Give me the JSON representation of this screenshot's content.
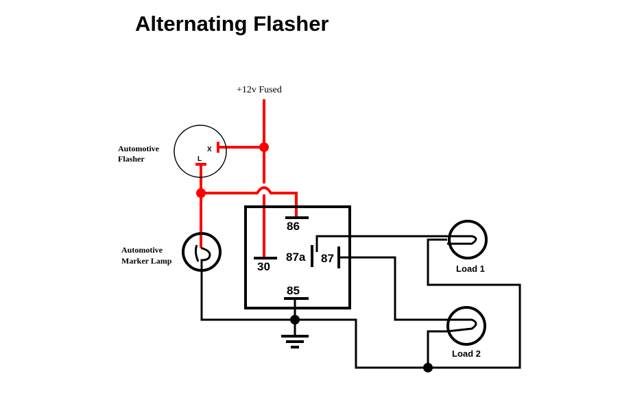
{
  "title": "Alternating Flasher",
  "supply": {
    "label": "+12v Fused"
  },
  "flasher": {
    "label_line1": "Automotive",
    "label_line2": "Flasher",
    "pin_x": "X",
    "pin_l": "L"
  },
  "marker_lamp": {
    "label_line1": "Automotive",
    "label_line2": "Marker Lamp"
  },
  "relay": {
    "pins": {
      "p86": "86",
      "p30": "30",
      "p87a": "87a",
      "p87": "87",
      "p85": "85"
    }
  },
  "loads": [
    {
      "label": "Load 1"
    },
    {
      "label": "Load 2"
    }
  ],
  "colors": {
    "power_wire": "#ff0000",
    "wire": "#000000",
    "background": "#ffffff"
  }
}
